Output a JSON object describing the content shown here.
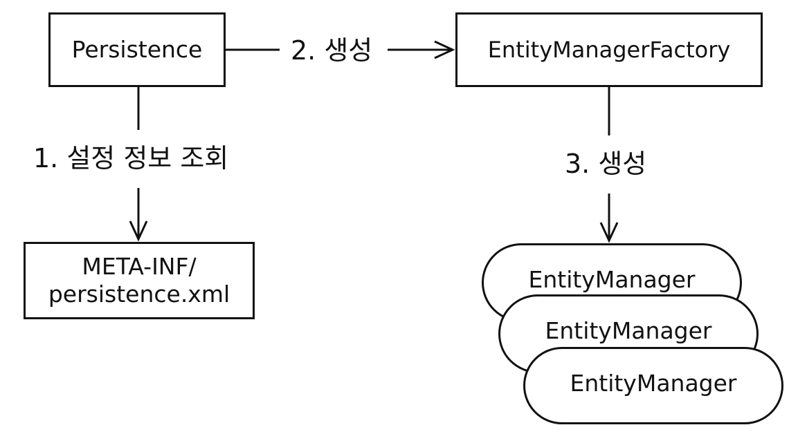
{
  "nodes": {
    "persistence": "Persistence",
    "entity_manager_factory": "EntityManagerFactory",
    "meta_inf_line1": "META-INF/",
    "meta_inf_line2": "persistence.xml",
    "entity_managers": [
      "EntityManager",
      "EntityManager",
      "EntityManager"
    ]
  },
  "edges": {
    "step1": "1. 설정 정보 조회",
    "step2": "2. 생성",
    "step3": "3. 생성"
  }
}
